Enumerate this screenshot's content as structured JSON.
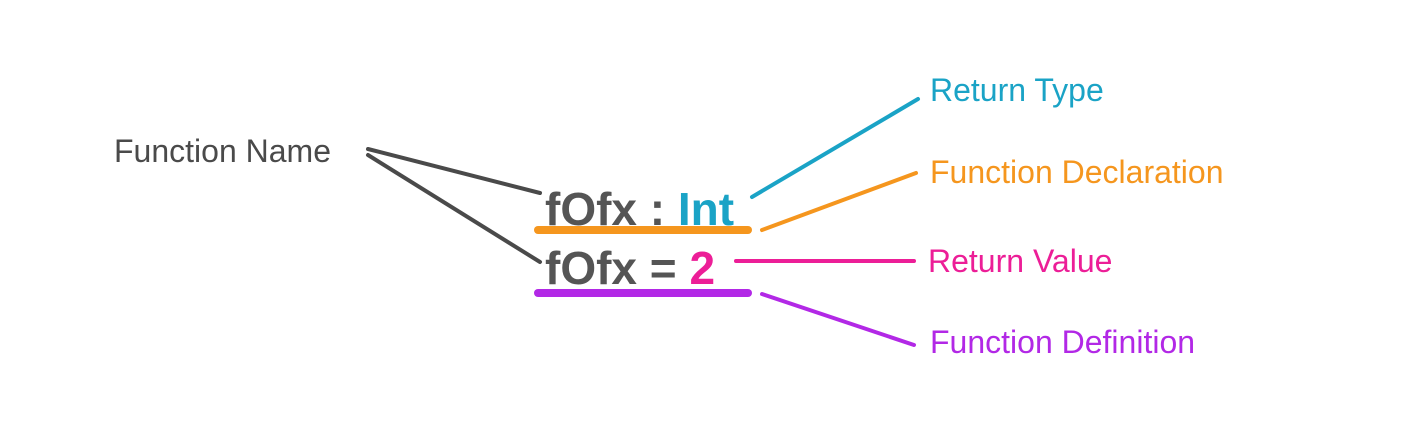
{
  "colors": {
    "name": "#4a4a4a",
    "code": "#555555",
    "return_type": "#1aa3c6",
    "declaration": "#f5961e",
    "return_value": "#ec1e97",
    "definition": "#b228e6"
  },
  "labels": {
    "function_name": "Function Name",
    "return_type": "Return Type",
    "function_declaration": "Function Declaration",
    "return_value": "Return Value",
    "function_definition": "Function Definition"
  },
  "code": {
    "declaration": {
      "name": "fOfx",
      "separator": ":",
      "type": "Int"
    },
    "definition": {
      "name": "fOfx",
      "operator": "=",
      "value": "2"
    }
  }
}
